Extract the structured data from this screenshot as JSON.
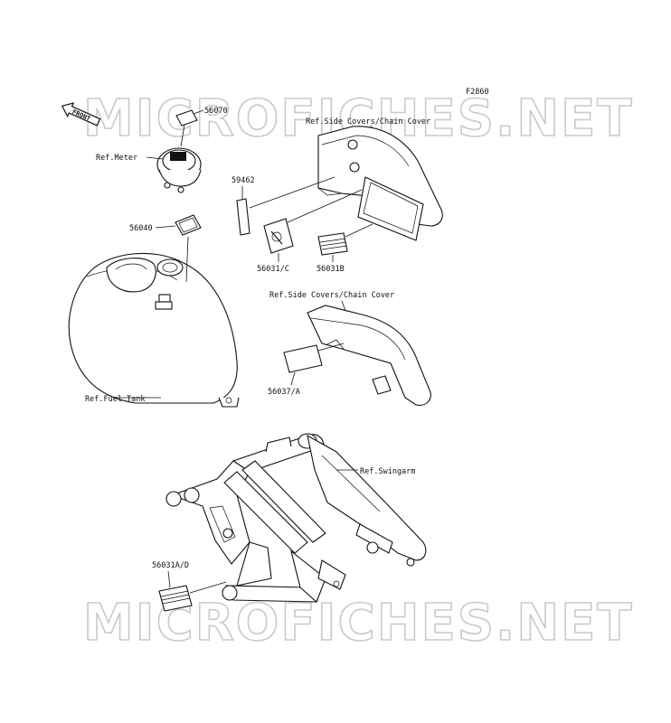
{
  "diagram_id": "F2860",
  "front_label": "FRONT",
  "watermark": "MICROFICHES.NET",
  "labels": {
    "p56070": "56070",
    "ref_meter": "Ref.Meter",
    "ref_side_covers_1": "Ref.Side Covers/Chain Cover",
    "p59462": "59462",
    "p56040": "56040",
    "p56031c": "56031/C",
    "p56031b": "56031B",
    "ref_side_covers_2": "Ref.Side Covers/Chain Cover",
    "p56037a": "56037/A",
    "ref_fuel_tank": "Ref.Fuel Tank",
    "ref_swingarm": "Ref.Swingarm",
    "p56031ad": "56031A/D"
  }
}
